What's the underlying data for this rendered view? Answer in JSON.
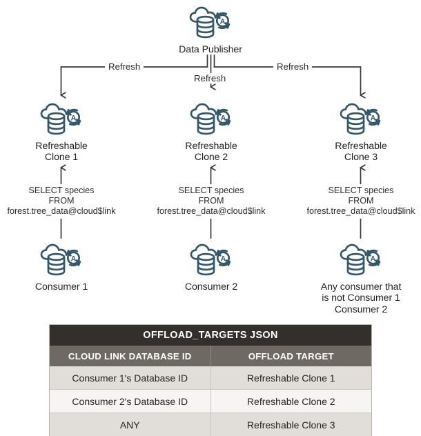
{
  "diagram": {
    "icon_color": "#33586b",
    "line_color": "#3a3736",
    "publisher": {
      "label": "Data Publisher",
      "icon": "cloud-database-autorefresh-icon"
    },
    "refresh_edges": [
      {
        "label": "Refresh"
      },
      {
        "label": "Refresh"
      },
      {
        "label": "Refresh"
      }
    ],
    "clones": [
      {
        "label": "Refreshable\nClone 1",
        "icon": "cloud-database-autorefresh-icon"
      },
      {
        "label": "Refreshable\nClone 2",
        "icon": "cloud-database-autorefresh-icon"
      },
      {
        "label": "Refreshable\nClone 3",
        "icon": "cloud-database-autorefresh-icon"
      }
    ],
    "queries": [
      {
        "text": "SELECT species\nFROM\nforest.tree_data@cloud$link"
      },
      {
        "text": "SELECT species\nFROM\nforest.tree_data@cloud$link"
      },
      {
        "text": "SELECT species\nFROM\nforest.tree_data@cloud$link"
      }
    ],
    "consumers": [
      {
        "label": "Consumer 1",
        "icon": "cloud-database-autorefresh-icon"
      },
      {
        "label": "Consumer 2",
        "icon": "cloud-database-autorefresh-icon"
      },
      {
        "label": "Any consumer that\nis not Consumer 1\nConsumer 2",
        "icon": "cloud-database-autorefresh-icon"
      }
    ]
  },
  "table": {
    "title": "OFFLOAD_TARGETS JSON",
    "columns": [
      "CLOUD LINK DATABASE ID",
      "OFFLOAD TARGET"
    ],
    "rows": [
      [
        "Consumer 1's Database ID",
        "Refreshable Clone 1"
      ],
      [
        "Consumer 2's Database ID",
        "Refreshable Clone 2"
      ],
      [
        "ANY",
        "Refreshable Clone 3"
      ]
    ],
    "colors": {
      "title_bg": "#332f2d",
      "header_bg": "#6f6964",
      "row_a_bg": "#e1ded9",
      "row_b_bg": "#f6f5f3"
    }
  }
}
